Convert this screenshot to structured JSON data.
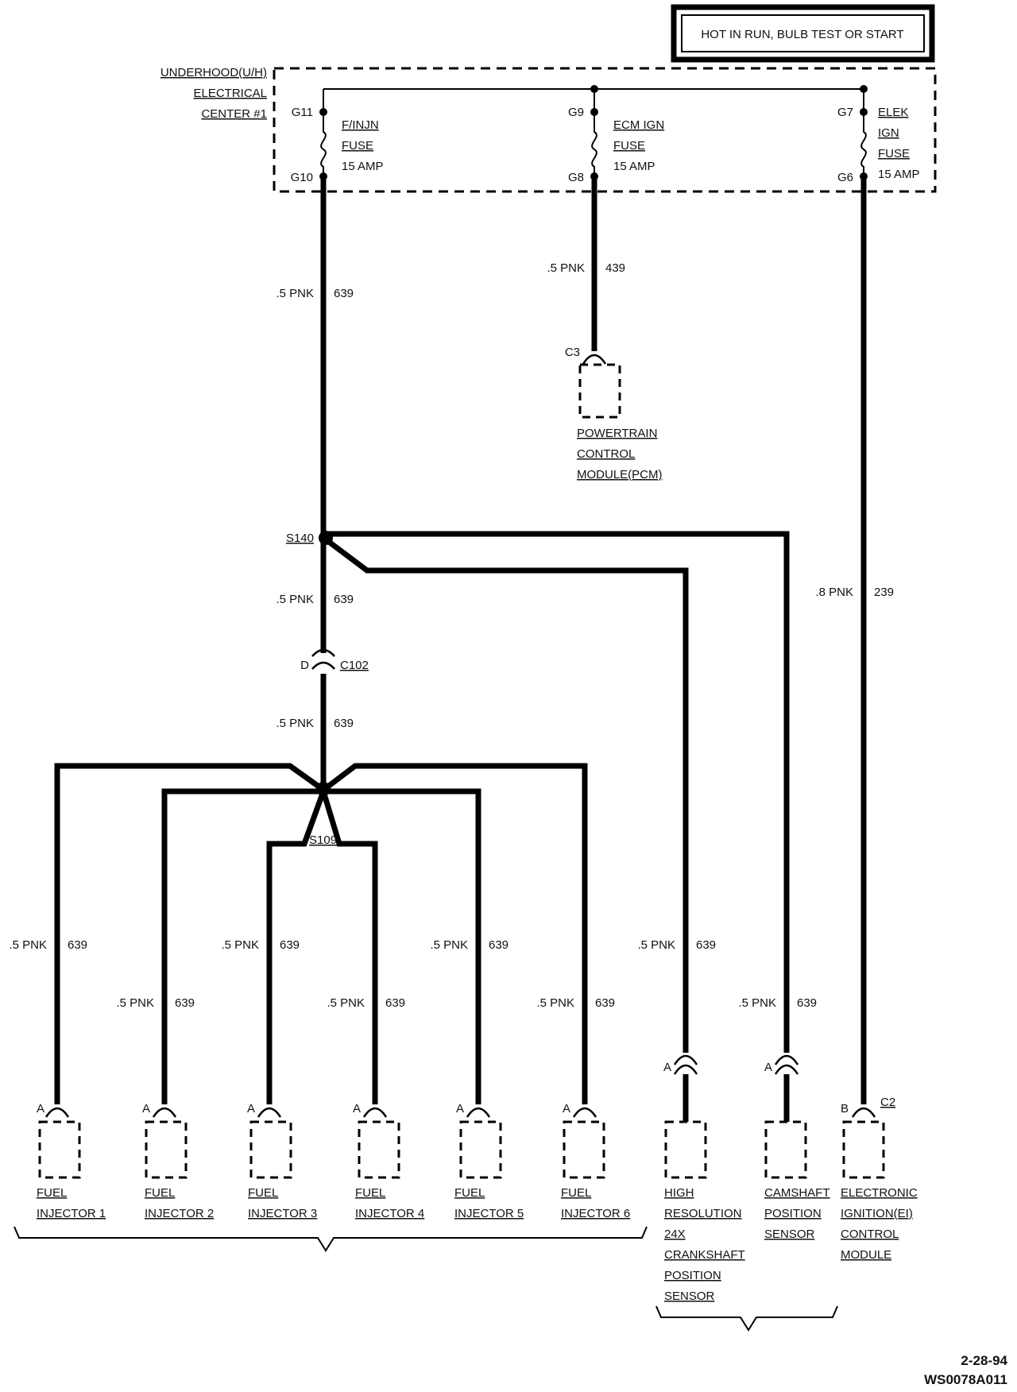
{
  "header": {
    "power_note": "HOT IN RUN, BULB TEST OR START"
  },
  "fuse_block": {
    "name": [
      "UNDERHOOD(U/H)",
      "ELECTRICAL",
      "CENTER #1"
    ],
    "fuses": [
      {
        "in_pin": "G11",
        "out_pin": "G10",
        "lines": [
          "F/INJN",
          "FUSE",
          "15 AMP"
        ]
      },
      {
        "in_pin": "G9",
        "out_pin": "G8",
        "lines": [
          "ECM IGN",
          "FUSE",
          "15 AMP"
        ]
      },
      {
        "in_pin": "G7",
        "out_pin": "G6",
        "lines": [
          "ELEK",
          "IGN",
          "FUSE",
          "15 AMP"
        ]
      }
    ]
  },
  "wire_labels": {
    "main_1": {
      "gauge": ".5 PNK",
      "circuit": "639"
    },
    "pcm": {
      "gauge": ".5 PNK",
      "circuit": "439"
    },
    "main_2": {
      "gauge": ".5 PNK",
      "circuit": "639"
    },
    "main_3": {
      "gauge": ".5 PNK",
      "circuit": "639"
    },
    "ei": {
      "gauge": ".8 PNK",
      "circuit": "239"
    },
    "inj1": {
      "gauge": ".5 PNK",
      "circuit": "639"
    },
    "inj2": {
      "gauge": ".5 PNK",
      "circuit": "639"
    },
    "inj3": {
      "gauge": ".5 PNK",
      "circuit": "639"
    },
    "inj4": {
      "gauge": ".5 PNK",
      "circuit": "639"
    },
    "inj5": {
      "gauge": ".5 PNK",
      "circuit": "639"
    },
    "inj6": {
      "gauge": ".5 PNK",
      "circuit": "639"
    },
    "crank": {
      "gauge": ".5 PNK",
      "circuit": "639"
    },
    "cam": {
      "gauge": ".5 PNK",
      "circuit": "639"
    }
  },
  "splices": {
    "s140": "S140",
    "s109": "S109"
  },
  "connectors": {
    "c102_pin": "D",
    "c102": "C102",
    "c3": "C3",
    "c2_pin": "B",
    "c2": "C2",
    "a": "A"
  },
  "pcm": {
    "lines": [
      "POWERTRAIN",
      "CONTROL",
      "MODULE(PCM)"
    ]
  },
  "components": {
    "inj1": [
      "FUEL",
      "INJECTOR 1"
    ],
    "inj2": [
      "FUEL",
      "INJECTOR 2"
    ],
    "inj3": [
      "FUEL",
      "INJECTOR 3"
    ],
    "inj4": [
      "FUEL",
      "INJECTOR 4"
    ],
    "inj5": [
      "FUEL",
      "INJECTOR 5"
    ],
    "inj6": [
      "FUEL",
      "INJECTOR 6"
    ],
    "crank": [
      "HIGH",
      "RESOLUTION",
      "24X",
      "CRANKSHAFT",
      "POSITION",
      "SENSOR"
    ],
    "cam": [
      "CAMSHAFT",
      "POSITION",
      "SENSOR"
    ],
    "ei": [
      "ELECTRONIC",
      "IGNITION(EI)",
      "CONTROL",
      "MODULE"
    ]
  },
  "footer": {
    "date": "2-28-94",
    "code": "WS0078A011"
  }
}
